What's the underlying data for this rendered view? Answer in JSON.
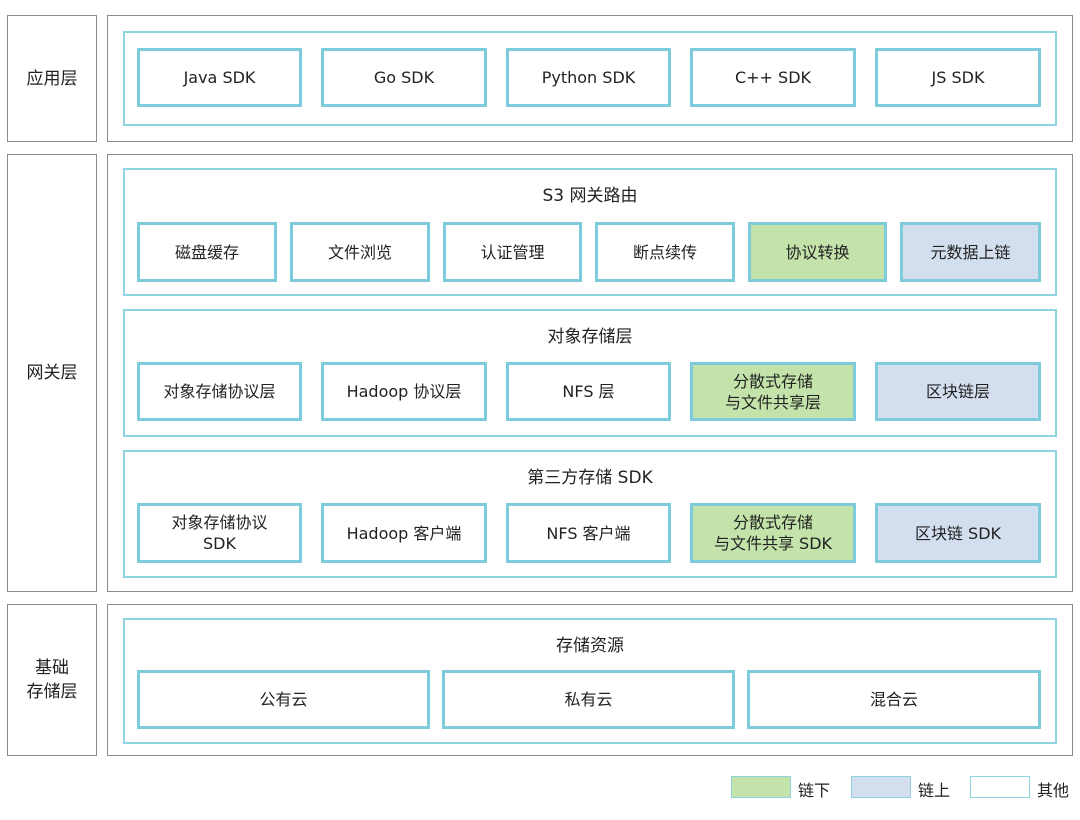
{
  "colors": {
    "layer_border": "#8a8a8a",
    "group_border": "#8fd3e0",
    "box_border": "#7ecbdb",
    "offchain": "#c3e3aa",
    "onchain": "#d3deef",
    "other": "#ffffff"
  },
  "app_layer": {
    "label": "应用层",
    "boxes": [
      "Java SDK",
      "Go SDK",
      "Python SDK",
      "C++ SDK",
      "JS SDK"
    ]
  },
  "gateway_layer": {
    "label": "网关层",
    "s3": {
      "title": "S3 网关路由",
      "boxes": [
        "磁盘缓存",
        "文件浏览",
        "认证管理",
        "断点续传",
        "协议转换",
        "元数据上链"
      ]
    },
    "object_storage": {
      "title": "对象存储层",
      "boxes": [
        "对象存储协议层",
        "Hadoop 协议层",
        "NFS 层",
        "分散式存储\n与文件共享层",
        "区块链层"
      ]
    },
    "third_party": {
      "title": "第三方存储 SDK",
      "boxes": [
        "对象存储协议\nSDK",
        "Hadoop 客户端",
        "NFS 客户端",
        "分散式存储\n与文件共享 SDK",
        "区块链 SDK"
      ]
    }
  },
  "base_layer": {
    "label": "基础\n存储层",
    "resources": {
      "title": "存储资源",
      "boxes": [
        "公有云",
        "私有云",
        "混合云"
      ]
    }
  },
  "legend": {
    "offchain": "链下",
    "onchain": "链上",
    "other": "其他"
  }
}
